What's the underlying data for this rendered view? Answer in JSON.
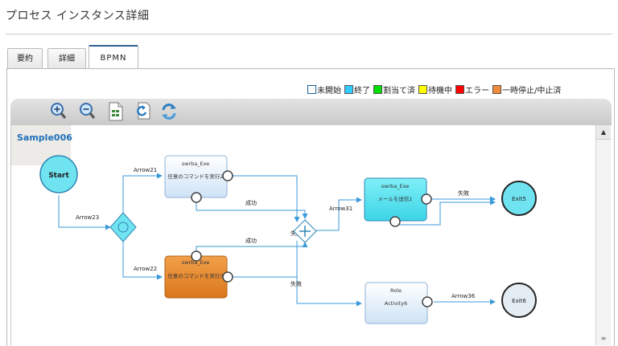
{
  "page": {
    "title": "プロセス インスタンス詳細"
  },
  "tabs": [
    {
      "label": "要約"
    },
    {
      "label": "詳細"
    },
    {
      "label": "BPMN",
      "active": true
    }
  ],
  "legend": [
    {
      "label": "未開始",
      "color": "#ffffff"
    },
    {
      "label": "終了",
      "color": "#33ccff"
    },
    {
      "label": "割当て済",
      "color": "#00dd00"
    },
    {
      "label": "待機中",
      "color": "#ffff00"
    },
    {
      "label": "エラー",
      "color": "#ff0000"
    },
    {
      "label": "一時停止/中止済",
      "color": "#f08a3c"
    }
  ],
  "toolbar": {
    "icons": [
      "zoom-in-icon",
      "zoom-out-icon",
      "export-document-icon",
      "refresh-document-icon",
      "reload-arrows-icon"
    ]
  },
  "diagram": {
    "process_name": "Sample006",
    "nodes": {
      "start": {
        "label": "Start",
        "status_color": "#6fe3f0"
      },
      "task1": {
        "name": "swrba_Exe",
        "label": "任意のコマンドを実行2"
      },
      "task2": {
        "name": "swrba_Exe",
        "label": "任意のコマンドを実行3",
        "status_color": "#e58a2e"
      },
      "task3": {
        "name": "swrba_Exe",
        "label": "メールを送信1",
        "status_color": "#5fe2ee"
      },
      "task4": {
        "name": "Role",
        "label": "Activity6"
      },
      "exit5": {
        "label": "Exit5",
        "status_color": "#6fe3f0"
      },
      "exit6": {
        "label": "Exit6"
      }
    },
    "edges": {
      "arrow21": "Arrow21",
      "arrow22": "Arrow22",
      "arrow23": "Arrow23",
      "arrow31": "Arrow31",
      "arrow36": "Arrow36",
      "success1": "成功",
      "success2": "成功",
      "fail_task3": "失敗",
      "fail_join": "失敗",
      "fail_task2": "失敗"
    }
  }
}
